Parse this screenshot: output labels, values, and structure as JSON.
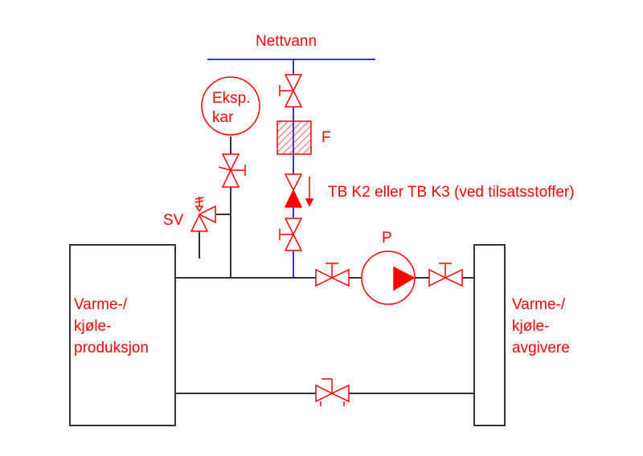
{
  "labels": {
    "supply": "Nettvann",
    "expansion_line1": "Eksp.",
    "expansion_line2": "kar",
    "filter": "F",
    "backflow": "TB K2 eller TB K3 (ved tilsatsstoffer)",
    "safety_valve": "SV",
    "pump": "P",
    "production": [
      "Varme-/",
      "kjøle-",
      "produksjon"
    ],
    "consumers": [
      "Varme-/",
      "kjøle-",
      "avgivere"
    ]
  },
  "colors": {
    "symbol": "#ff0000",
    "water_supply_line": "#3333ff",
    "pipe": "#333333"
  }
}
